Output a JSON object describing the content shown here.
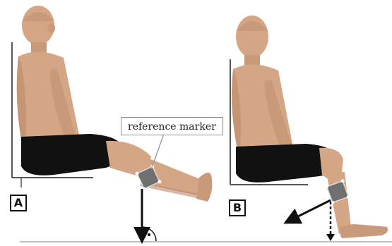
{
  "figure": {
    "callout_text": "reference marker",
    "panels": [
      {
        "id": "A",
        "label": "A"
      },
      {
        "id": "B",
        "label": "B"
      }
    ],
    "colors": {
      "skin": "#d4a685",
      "skin_shadow": "#b98766",
      "shorts": "#111111",
      "chair_line": "#555555",
      "floor": "#bdbdbd",
      "arrow": "#111111",
      "marker": "#6f6f6f"
    }
  }
}
